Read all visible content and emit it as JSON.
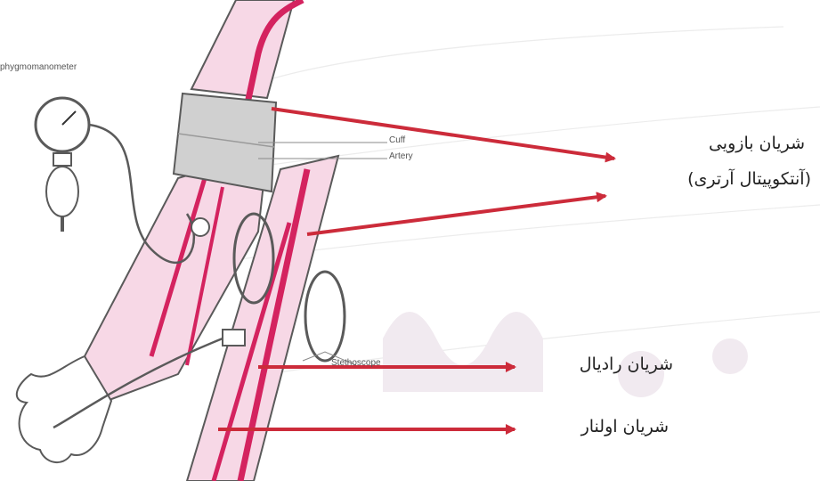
{
  "labels_en": {
    "sphygmomanometer": "phygmomanometer",
    "cuff": "Cuff",
    "artery": "Artery",
    "stethoscope": "Stethoscope"
  },
  "labels_fa": {
    "brachial": "شریان بازویی",
    "antecubital": "(آنتکوپیتال آرتری)",
    "radial": "شریان رادیال",
    "ulnar": "شریان اولنار"
  },
  "colors": {
    "arrow": "#cc2b3a",
    "artery": "#d4235f",
    "arm_fill": "#f7d8e6",
    "outline": "#5a5a5a",
    "cuff": "#c8c8c8"
  }
}
